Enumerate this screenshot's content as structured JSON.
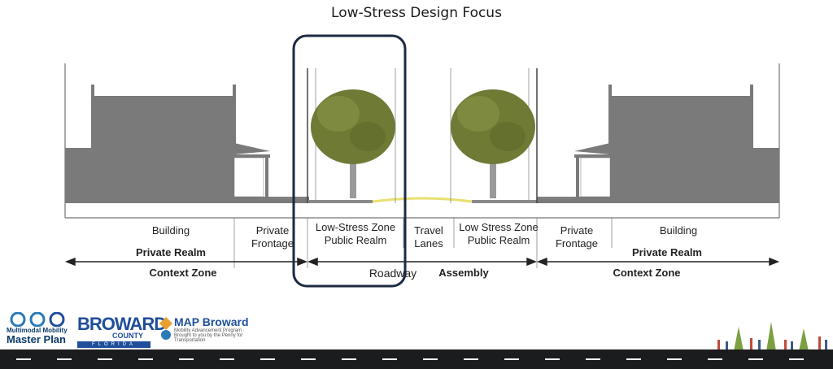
{
  "title": "Low-Stress Design Focus",
  "labels": {
    "building_left": "Building",
    "private_frontage_left": "Private\nFrontage",
    "low_stress_left": "Low-Stress Zone\nPublic Realm",
    "travel_lanes": "Travel\nLanes",
    "low_stress_right": "Low Stress Zone\nPublic Realm",
    "private_frontage_right": "Private\nFrontage",
    "building_right": "Building",
    "private_realm_left": "Private Realm",
    "private_realm_right": "Private Realm",
    "context_zone_left": "Context Zone",
    "roadway": "Roadway",
    "assembly": "Assembly",
    "context_zone_right": "Context Zone"
  },
  "logos": {
    "mmp_line1": "Multimodal Mobility",
    "mmp_line2": "Master Plan",
    "broward": "BROWARD",
    "county": "COUNTY",
    "florida": "FLORIDA",
    "map_title": "MAP Broward",
    "map_sub": "Mobility Advancement Program · Brought to you by the Penny for Transportation"
  },
  "colors": {
    "building": "#7a7a7a",
    "tree_canopy": "#6f7a35",
    "highlight_box": "#1c2a44",
    "road_band": "#1b1c1e"
  }
}
